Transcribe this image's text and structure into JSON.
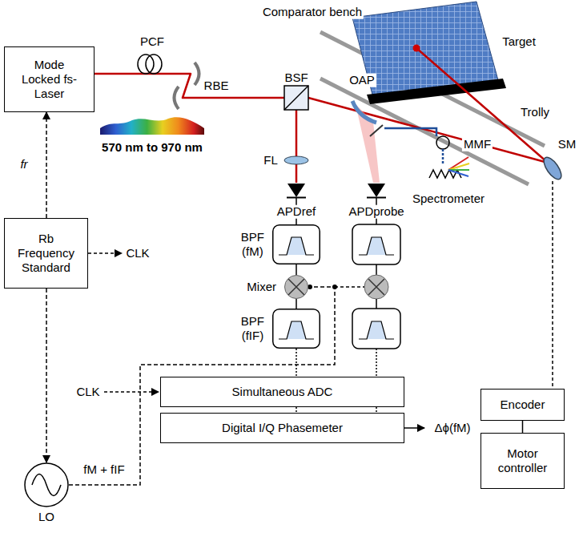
{
  "diagram": {
    "nodes": [
      {
        "text": [
          "Mode Locked fs-Laser"
        ]
      },
      {
        "text": [
          "Rb Frequency Standard"
        ]
      },
      {
        "text": [
          "LO"
        ]
      },
      {
        "text": [
          "BPF",
          "(fM)"
        ]
      },
      {
        "text": [
          "Mixer"
        ]
      },
      {
        "text": [
          "BPF",
          "(fIF)"
        ]
      },
      {
        "text": [
          "Simultaneous ADC"
        ]
      },
      {
        "text": [
          "Digital I/Q Phasemeter"
        ]
      },
      {
        "text": [
          "Encoder"
        ]
      },
      {
        "text": [
          "Motor controller"
        ]
      }
    ],
    "edges": [
      {
        "from": 1,
        "to": 0,
        "arrow": "to",
        "label": "fr"
      },
      {
        "from": 1,
        "to": 2,
        "arrow": "to"
      },
      {
        "from": 2,
        "to": 4,
        "arrow": "none"
      },
      {
        "from": 3,
        "to": 4,
        "arrow": "none"
      },
      {
        "from": 4,
        "to": 5,
        "arrow": "none"
      },
      {
        "from": 5,
        "to": 6,
        "arrow": "none"
      },
      {
        "from": 6,
        "to": 7,
        "arrow": "none"
      },
      {
        "from": 8,
        "to": 9,
        "arrow": "none"
      }
    ],
    "labels": [
      "PCF",
      "RBE",
      "570 nm to 970 nm",
      "BSF",
      "FL",
      "APDref",
      "OAP",
      "MMF",
      "APDprobe",
      "Spectrometer",
      "Comparator bench",
      "Target",
      "Trolly",
      "SM",
      "CLK",
      "CLK",
      "fM + fIF",
      "Δϕ(fM)"
    ]
  }
}
